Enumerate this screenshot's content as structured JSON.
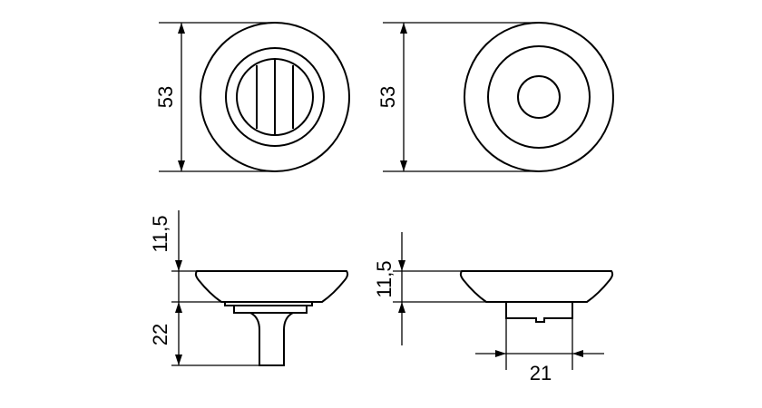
{
  "dimensions": {
    "top_left_height": "53",
    "top_right_height": "53",
    "side_left_top": "11,5",
    "side_left_bottom": "22",
    "side_right_top": "11,5",
    "side_right_width": "21"
  },
  "colors": {
    "line": "#000000",
    "background": "#ffffff"
  }
}
